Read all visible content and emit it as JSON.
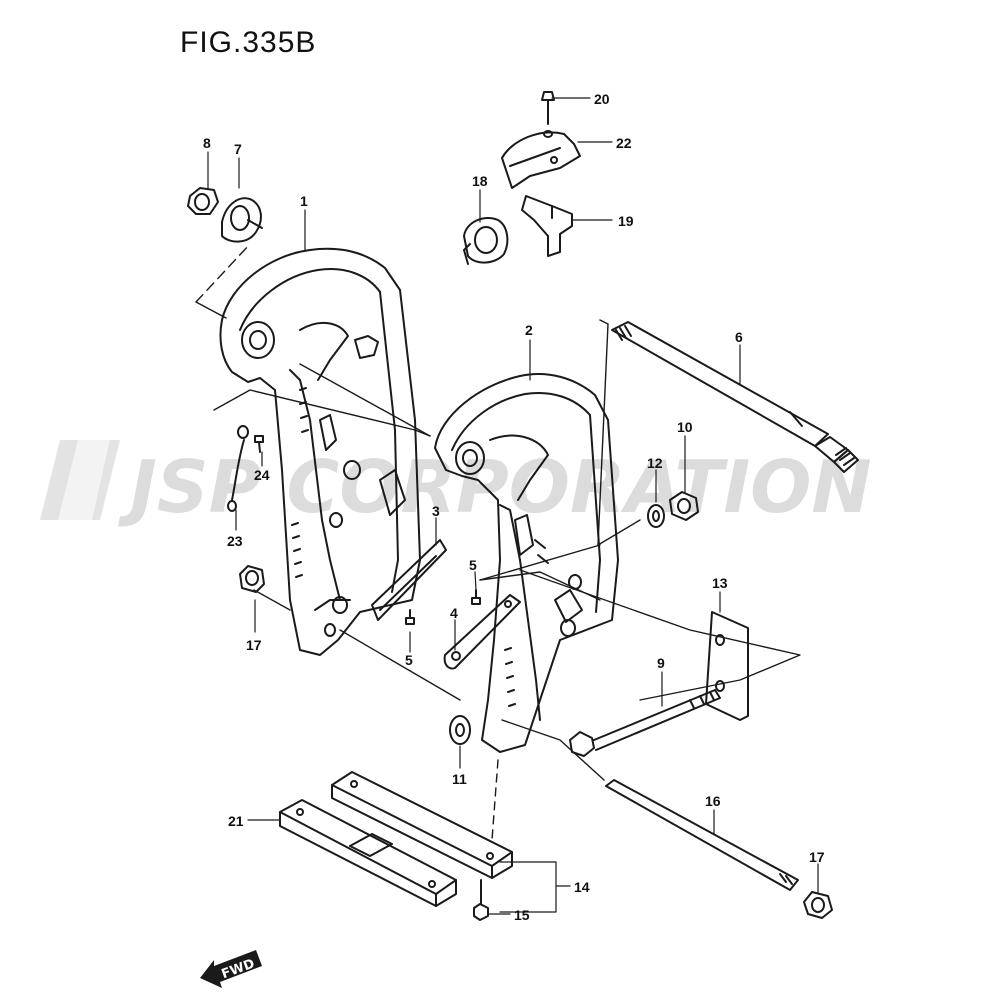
{
  "figure_title": "FIG.335B",
  "watermark_text": "JSP CORPORATION",
  "fwd_label": "FWD",
  "callouts": {
    "c1": "1",
    "c2": "2",
    "c3": "3",
    "c4": "4",
    "c5a": "5",
    "c5b": "5",
    "c6": "6",
    "c7": "7",
    "c8": "8",
    "c9": "9",
    "c10": "10",
    "c11": "11",
    "c12": "12",
    "c13": "13",
    "c14": "14",
    "c15": "15",
    "c16": "16",
    "c17a": "17",
    "c17b": "17",
    "c18": "18",
    "c19": "19",
    "c20": "20",
    "c21": "21",
    "c22": "22",
    "c23": "23",
    "c24": "24"
  },
  "colors": {
    "line": "#1a1a1a",
    "watermark": "#d9d9d9"
  }
}
